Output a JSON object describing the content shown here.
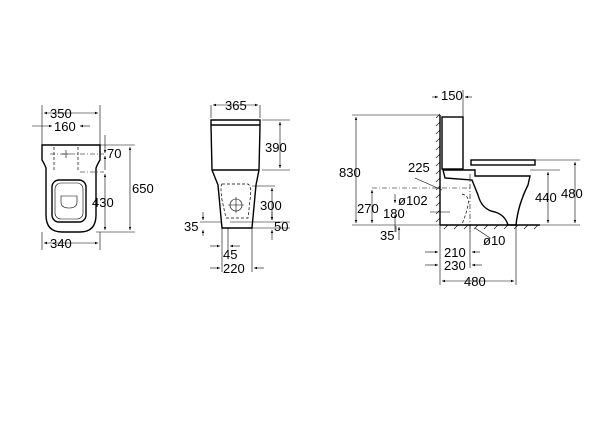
{
  "views": {
    "top": {
      "width_tank": "350",
      "inlet_spacing": "160",
      "inlet_offset": "70",
      "total_length": "650",
      "bowl_length": "430",
      "width_bowl": "340"
    },
    "front": {
      "width_tank": "365",
      "tank_height": "390",
      "outlet_height": "300",
      "outlet_offset": "50",
      "base_offset": "35",
      "inlet_offset": "45",
      "base_width": "220"
    },
    "side": {
      "wall_gap": "150",
      "total_height": "830",
      "inlet_distance": "225",
      "outlet_center": "270",
      "outlet_height": "180",
      "pipe_diameter": "ø102",
      "floor_offset": "35",
      "fixing_diameter": "ø10",
      "fixing_210": "210",
      "fixing_230": "230",
      "depth": "480",
      "bowl_height": "440",
      "seat_height": "480"
    }
  }
}
